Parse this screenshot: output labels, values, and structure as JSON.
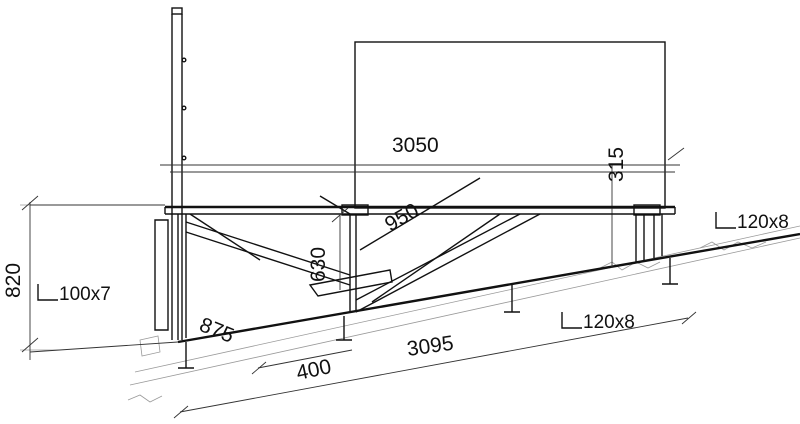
{
  "dimensions": {
    "roof_unit_width": "3050",
    "unit_clearance": "315",
    "diagonal_brace": "950",
    "frame_height": "630",
    "total_height": "820",
    "left_overhang": "875",
    "end_offset": "400",
    "base_length": "3095"
  },
  "profiles": {
    "top_beam": "120x8",
    "base_beam": "120x8",
    "post": "100x7"
  },
  "icons": {
    "angle_profile": "angle-profile-icon"
  }
}
